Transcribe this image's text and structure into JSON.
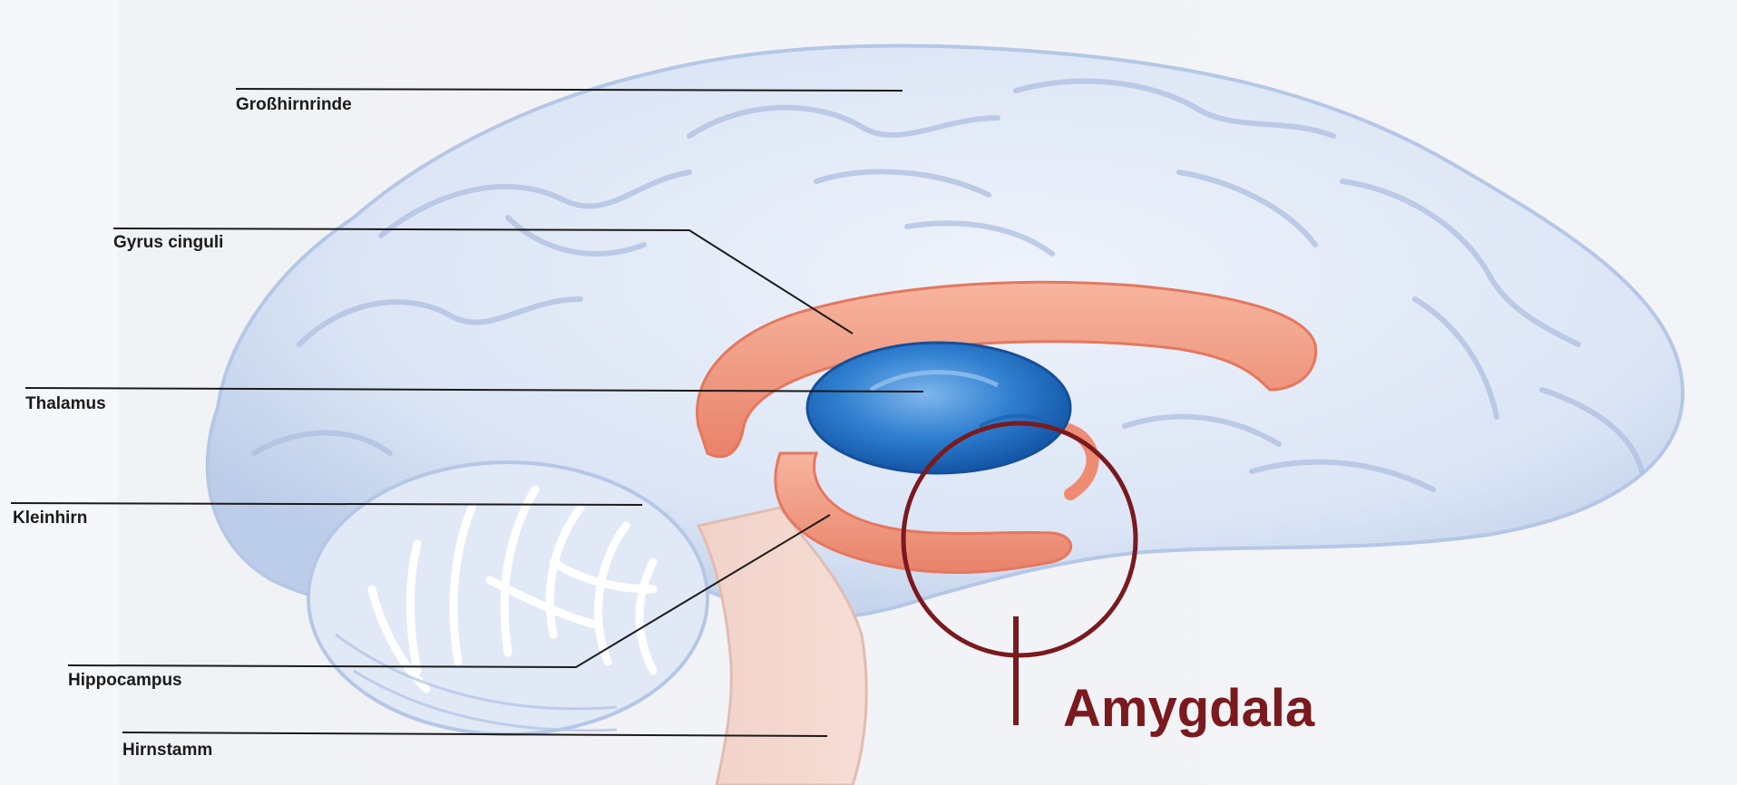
{
  "labels": {
    "cerebral_cortex": "Großhirnrinde",
    "cingulate_gyrus": "Gyrus cinguli",
    "thalamus": "Thalamus",
    "cerebellum": "Kleinhirn",
    "hippocampus": "Hippocampus",
    "brainstem": "Hirnstamm",
    "amygdala": "Amygdala"
  },
  "colors": {
    "brain": "#dfe8f6",
    "brain_shadow": "#b5c7e6",
    "limbic": "#f39c82",
    "thalamus": "#2f7fd0",
    "amygdala_marker": "#7a1a1f",
    "leader_line": "#1b1b1b"
  }
}
